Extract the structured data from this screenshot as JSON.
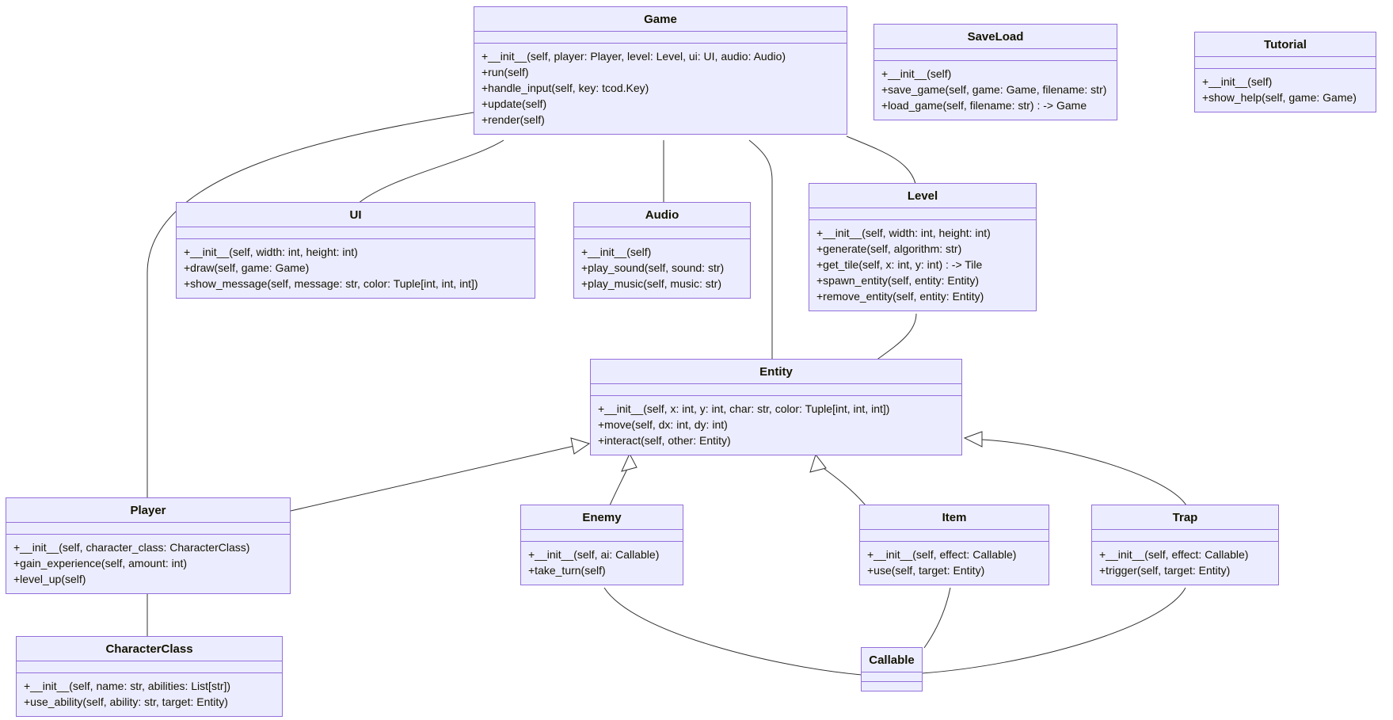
{
  "diagram": {
    "title": "Roguelike game UML class diagram",
    "colors": {
      "box_fill": "#ECECFF",
      "box_border": "#9370DB",
      "edge": "#333333",
      "text": "#131300",
      "background": "#ffffff"
    },
    "classes": [
      {
        "id": "game",
        "name": "Game",
        "methods": [
          "+__init__(self, player: Player, level: Level, ui: UI, audio: Audio)",
          "+run(self)",
          "+handle_input(self, key: tcod.Key)",
          "+update(self)",
          "+render(self)"
        ]
      },
      {
        "id": "saveload",
        "name": "SaveLoad",
        "methods": [
          "+__init__(self)",
          "+save_game(self, game: Game, filename: str)",
          "+load_game(self, filename: str) : -> Game"
        ]
      },
      {
        "id": "tutorial",
        "name": "Tutorial",
        "methods": [
          "+__init__(self)",
          "+show_help(self, game: Game)"
        ]
      },
      {
        "id": "ui",
        "name": "UI",
        "methods": [
          "+__init__(self, width: int, height: int)",
          "+draw(self, game: Game)",
          "+show_message(self, message: str, color: Tuple[int, int, int])"
        ]
      },
      {
        "id": "audio",
        "name": "Audio",
        "methods": [
          "+__init__(self)",
          "+play_sound(self, sound: str)",
          "+play_music(self, music: str)"
        ]
      },
      {
        "id": "level",
        "name": "Level",
        "methods": [
          "+__init__(self, width: int, height: int)",
          "+generate(self, algorithm: str)",
          "+get_tile(self, x: int, y: int) : -> Tile",
          "+spawn_entity(self, entity: Entity)",
          "+remove_entity(self, entity: Entity)"
        ]
      },
      {
        "id": "entity",
        "name": "Entity",
        "methods": [
          "+__init__(self, x: int, y: int, char: str, color: Tuple[int, int, int])",
          "+move(self, dx: int, dy: int)",
          "+interact(self, other: Entity)"
        ]
      },
      {
        "id": "player",
        "name": "Player",
        "methods": [
          "+__init__(self, character_class: CharacterClass)",
          "+gain_experience(self, amount: int)",
          "+level_up(self)"
        ]
      },
      {
        "id": "characterclass",
        "name": "CharacterClass",
        "methods": [
          "+__init__(self, name: str, abilities: List[str])",
          "+use_ability(self, ability: str, target: Entity)"
        ]
      },
      {
        "id": "enemy",
        "name": "Enemy",
        "methods": [
          "+__init__(self, ai: Callable)",
          "+take_turn(self)"
        ]
      },
      {
        "id": "item",
        "name": "Item",
        "methods": [
          "+__init__(self, effect: Callable)",
          "+use(self, target: Entity)"
        ]
      },
      {
        "id": "trap",
        "name": "Trap",
        "methods": [
          "+__init__(self, effect: Callable)",
          "+trigger(self, target: Entity)"
        ]
      },
      {
        "id": "callable",
        "name": "Callable",
        "methods": []
      }
    ],
    "relationships": [
      {
        "from": "Game",
        "to": "Player",
        "type": "association"
      },
      {
        "from": "Game",
        "to": "UI",
        "type": "association"
      },
      {
        "from": "Game",
        "to": "Audio",
        "type": "association"
      },
      {
        "from": "Game",
        "to": "Entity",
        "type": "association"
      },
      {
        "from": "Game",
        "to": "Level",
        "type": "association"
      },
      {
        "from": "Level",
        "to": "Entity",
        "type": "association"
      },
      {
        "from": "Player",
        "to": "Entity",
        "type": "inheritance"
      },
      {
        "from": "Enemy",
        "to": "Entity",
        "type": "inheritance"
      },
      {
        "from": "Item",
        "to": "Entity",
        "type": "inheritance"
      },
      {
        "from": "Trap",
        "to": "Entity",
        "type": "inheritance"
      },
      {
        "from": "Player",
        "to": "CharacterClass",
        "type": "association"
      },
      {
        "from": "Enemy",
        "to": "Callable",
        "type": "association"
      },
      {
        "from": "Item",
        "to": "Callable",
        "type": "association"
      },
      {
        "from": "Trap",
        "to": "Callable",
        "type": "association"
      }
    ]
  }
}
